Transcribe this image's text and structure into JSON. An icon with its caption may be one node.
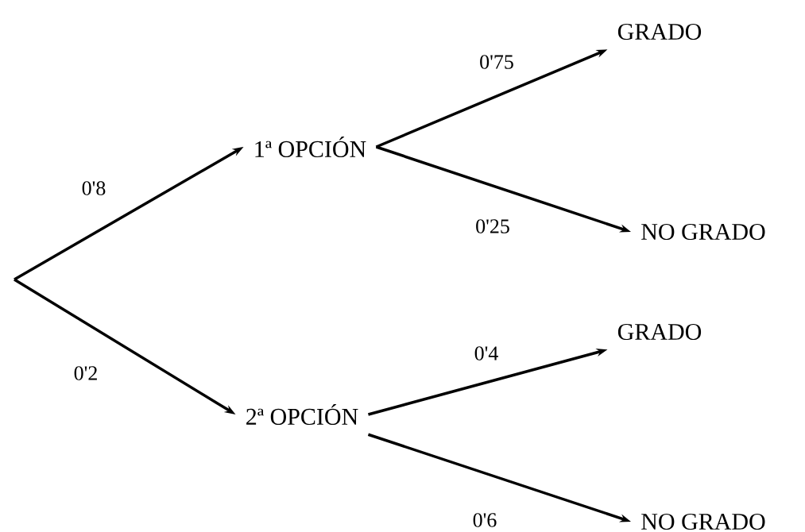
{
  "diagram": {
    "nodes": [
      {
        "text": [
          "1ª OPCIÓN"
        ]
      },
      {
        "text": [
          "2ª OPCIÓN"
        ]
      },
      {
        "text": [
          "GRADO"
        ]
      },
      {
        "text": [
          "NO GRADO"
        ]
      },
      {
        "text": [
          "GRADO"
        ]
      },
      {
        "text": [
          "NO GRADO"
        ]
      }
    ],
    "edges": [
      {
        "from": null,
        "to": 0,
        "arrow": "to",
        "label": "0'8"
      },
      {
        "from": null,
        "to": 1,
        "arrow": "to",
        "label": "0'2"
      },
      {
        "from": 0,
        "to": 2,
        "arrow": "to",
        "label": "0'75"
      },
      {
        "from": 0,
        "to": 3,
        "arrow": "to",
        "label": "0'25"
      },
      {
        "from": 1,
        "to": 4,
        "arrow": "to",
        "label": "0'4"
      },
      {
        "from": 1,
        "to": 5,
        "arrow": "to",
        "label": "0'6"
      }
    ]
  }
}
